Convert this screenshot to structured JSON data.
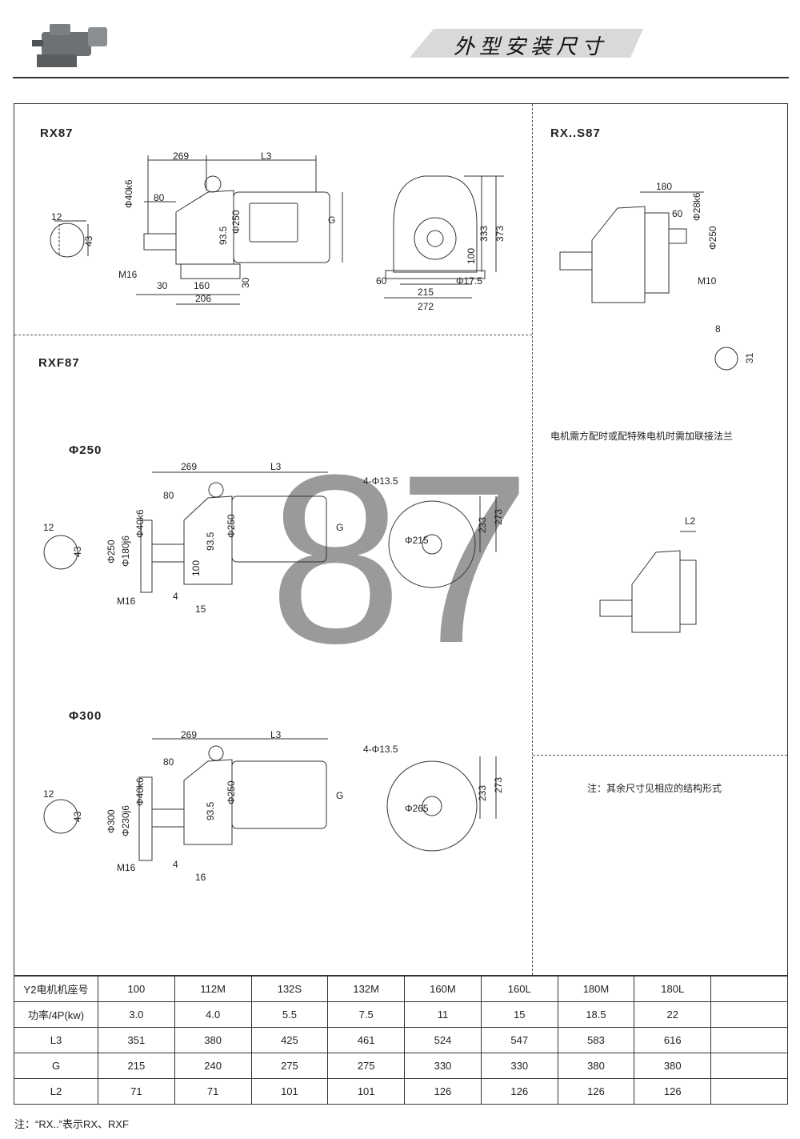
{
  "header": {
    "title": "外型安装尺寸"
  },
  "sections": {
    "rx87": {
      "label": "RX87",
      "dims": {
        "d269": "269",
        "L3": "L3",
        "d80": "80",
        "d40k6": "Φ40k6",
        "d250": "Φ250",
        "d935": "93.5",
        "G": "G",
        "d12": "12",
        "d43": "43",
        "M16": "M16",
        "d30a": "30",
        "d160": "160",
        "d30b": "30",
        "d206": "206",
        "d60": "60",
        "d215": "215",
        "d272": "272",
        "d175": "Φ17.5",
        "d100": "100",
        "d333": "333",
        "d373": "373"
      }
    },
    "rxs87": {
      "label": "RX..S87",
      "dims": {
        "d180": "180",
        "d60": "60",
        "d28k6": "Φ28k6",
        "d250": "Φ250",
        "M10": "M10",
        "d8": "8",
        "d31": "31",
        "L2": "L2"
      },
      "note1": "电机需方配时或配特殊电机时需加联接法兰",
      "note2": "注：其余尺寸见相应的结构形式"
    },
    "rxf87": {
      "label": "RXF87",
      "watermark": "87",
      "v250": {
        "label": "Φ250",
        "dims": {
          "d269": "269",
          "L3": "L3",
          "d80": "80",
          "d40k6": "Φ40k6",
          "d180j6": "Φ180j6",
          "d250": "Φ250",
          "d935": "93.5",
          "d250b": "Φ250",
          "d100": "100",
          "G": "G",
          "M16": "M16",
          "d4": "4",
          "d15": "15",
          "d12": "12",
          "d43": "43",
          "holes": "4-Φ13.5",
          "d215": "Φ215",
          "d233": "233",
          "d273": "273"
        }
      },
      "v300": {
        "label": "Φ300",
        "dims": {
          "d269": "269",
          "L3": "L3",
          "d80": "80",
          "d40k6": "Φ40k6",
          "d230j6": "Φ230j6",
          "d300": "Φ300",
          "d935": "93.5",
          "d250b": "Φ250",
          "G": "G",
          "M16": "M16",
          "d4": "4",
          "d16": "16",
          "d12": "12",
          "d43": "43",
          "holes": "4-Φ13.5",
          "d265": "Φ265",
          "d233": "233",
          "d273": "273"
        }
      }
    }
  },
  "table": {
    "rows": [
      {
        "label": "Y2电机机座号",
        "cells": [
          "100",
          "112M",
          "132S",
          "132M",
          "160M",
          "160L",
          "180M",
          "180L",
          ""
        ]
      },
      {
        "label": "功率/4P(kw)",
        "cells": [
          "3.0",
          "4.0",
          "5.5",
          "7.5",
          "11",
          "15",
          "18.5",
          "22",
          ""
        ]
      },
      {
        "label": "L3",
        "cells": [
          "351",
          "380",
          "425",
          "461",
          "524",
          "547",
          "583",
          "616",
          ""
        ]
      },
      {
        "label": "G",
        "cells": [
          "215",
          "240",
          "275",
          "275",
          "330",
          "330",
          "380",
          "380",
          ""
        ]
      },
      {
        "label": "L2",
        "cells": [
          "71",
          "71",
          "101",
          "101",
          "126",
          "126",
          "126",
          "126",
          ""
        ]
      }
    ]
  },
  "footer": {
    "note": "注：“RX..”表示RX、RXF"
  }
}
